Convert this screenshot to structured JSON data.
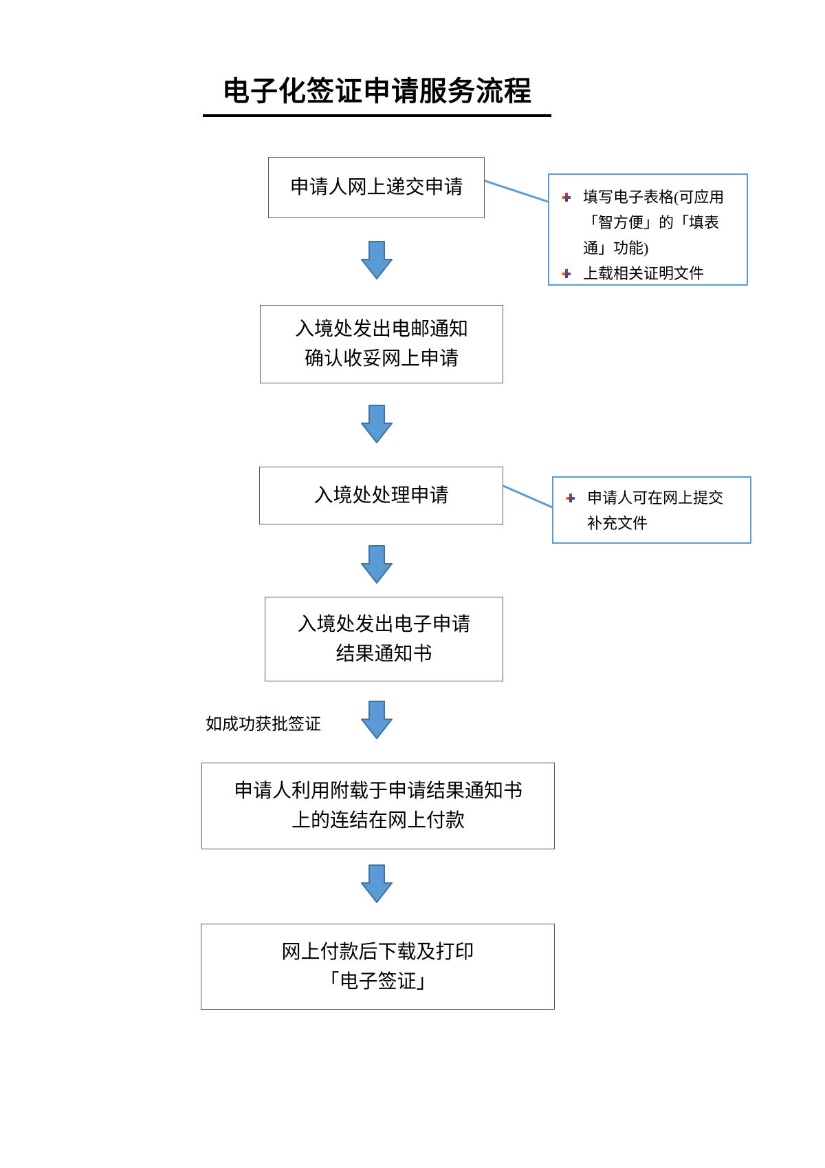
{
  "title": "电子化签证申请服务流程",
  "steps": [
    {
      "id": "submit-online",
      "lines": [
        "申请人网上递交申请"
      ]
    },
    {
      "id": "email-acknowledge",
      "lines": [
        "入境处发出电邮通知",
        "确认收妥网上申请"
      ]
    },
    {
      "id": "process-application",
      "lines": [
        "入境处处理申请"
      ]
    },
    {
      "id": "result-notification",
      "lines": [
        "入境处发出电子申请",
        "结果通知书"
      ]
    },
    {
      "id": "online-payment",
      "lines": [
        "申请人利用附载于申请结果通知书",
        "上的连结在网上付款"
      ]
    },
    {
      "id": "download-print-evisa",
      "lines": [
        "网上付款后下载及打印",
        "「电子签证」"
      ]
    }
  ],
  "callouts": [
    {
      "items": [
        "填写电子表格(可应用「智方便」的「填表通」功能)",
        "上载相关证明文件"
      ]
    },
    {
      "items": [
        "申请人可在网上提交补充文件"
      ]
    }
  ],
  "branch_label": "如成功获批签证",
  "colors": {
    "callout_border": "#5B9BD5",
    "leader_line": "#5B9BD5",
    "arrow_fill": "#5B9BD5",
    "arrow_border": "#41719C",
    "box_border": "#595959",
    "text": "#000000",
    "background": "#ffffff"
  }
}
